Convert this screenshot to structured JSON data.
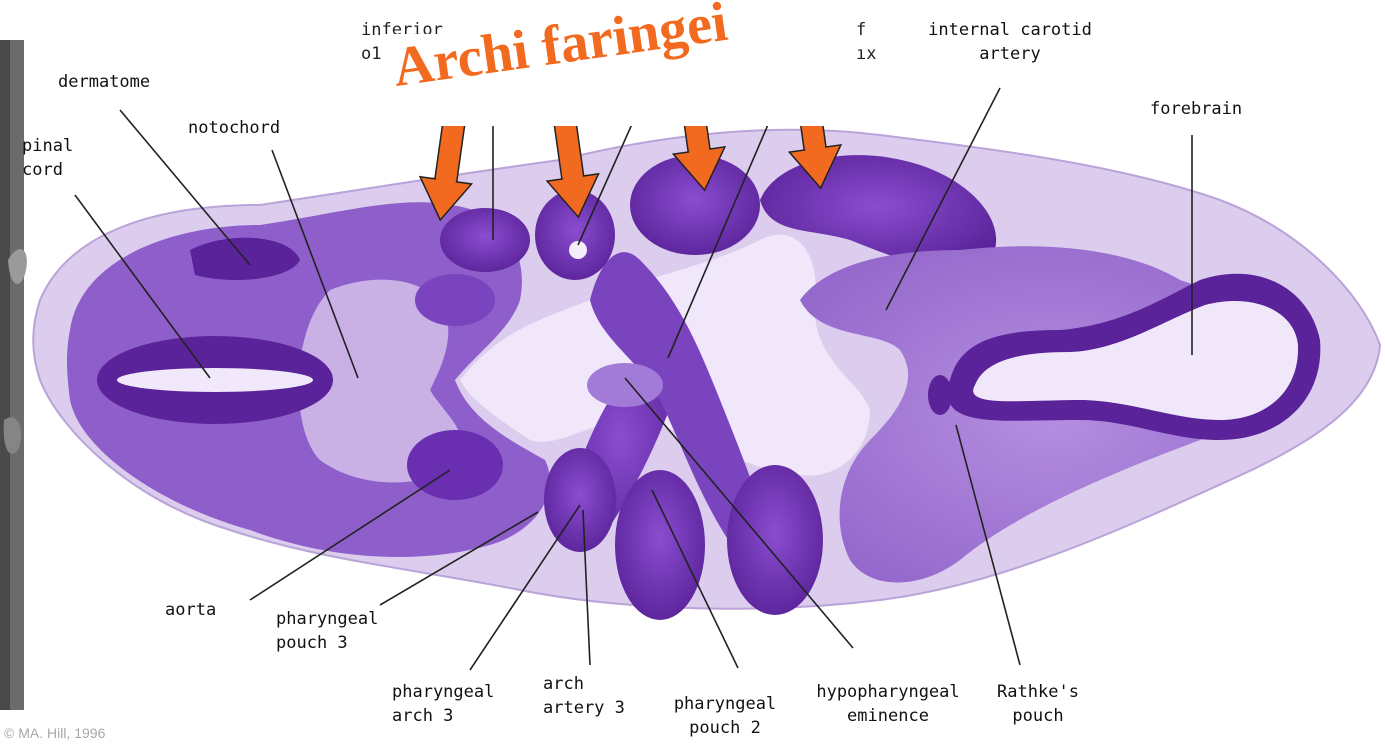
{
  "title": "Archi faringei",
  "copyright": "© MA. Hill, 1996",
  "labels": {
    "spinal_cord": [
      "pinal",
      "cord"
    ],
    "dermatome": "dermatome",
    "notochord": "notochord",
    "inferior_partial": [
      "inferior",
      "o1"
    ],
    "pharynx_partial": [
      "f",
      "ıx"
    ],
    "internal_carotid": [
      "internal carotid",
      "artery"
    ],
    "forebrain": "forebrain",
    "aorta": "aorta",
    "pharyngeal_pouch_3": [
      "pharyngeal",
      "pouch 3"
    ],
    "pharyngeal_arch_3": [
      "pharyngeal",
      "arch 3"
    ],
    "arch_artery_3": [
      "arch",
      "artery 3"
    ],
    "pharyngeal_pouch_2": [
      "pharyngeal",
      "pouch 2"
    ],
    "hypopharyngeal_eminence": [
      "hypopharyngeal",
      "eminence"
    ],
    "rathkes_pouch": [
      "Rathke's",
      "pouch"
    ]
  },
  "colors": {
    "arrow": "#f26a1f",
    "tissue_dark": "#6a2fb0",
    "tissue_light": "#d9c9ec"
  }
}
